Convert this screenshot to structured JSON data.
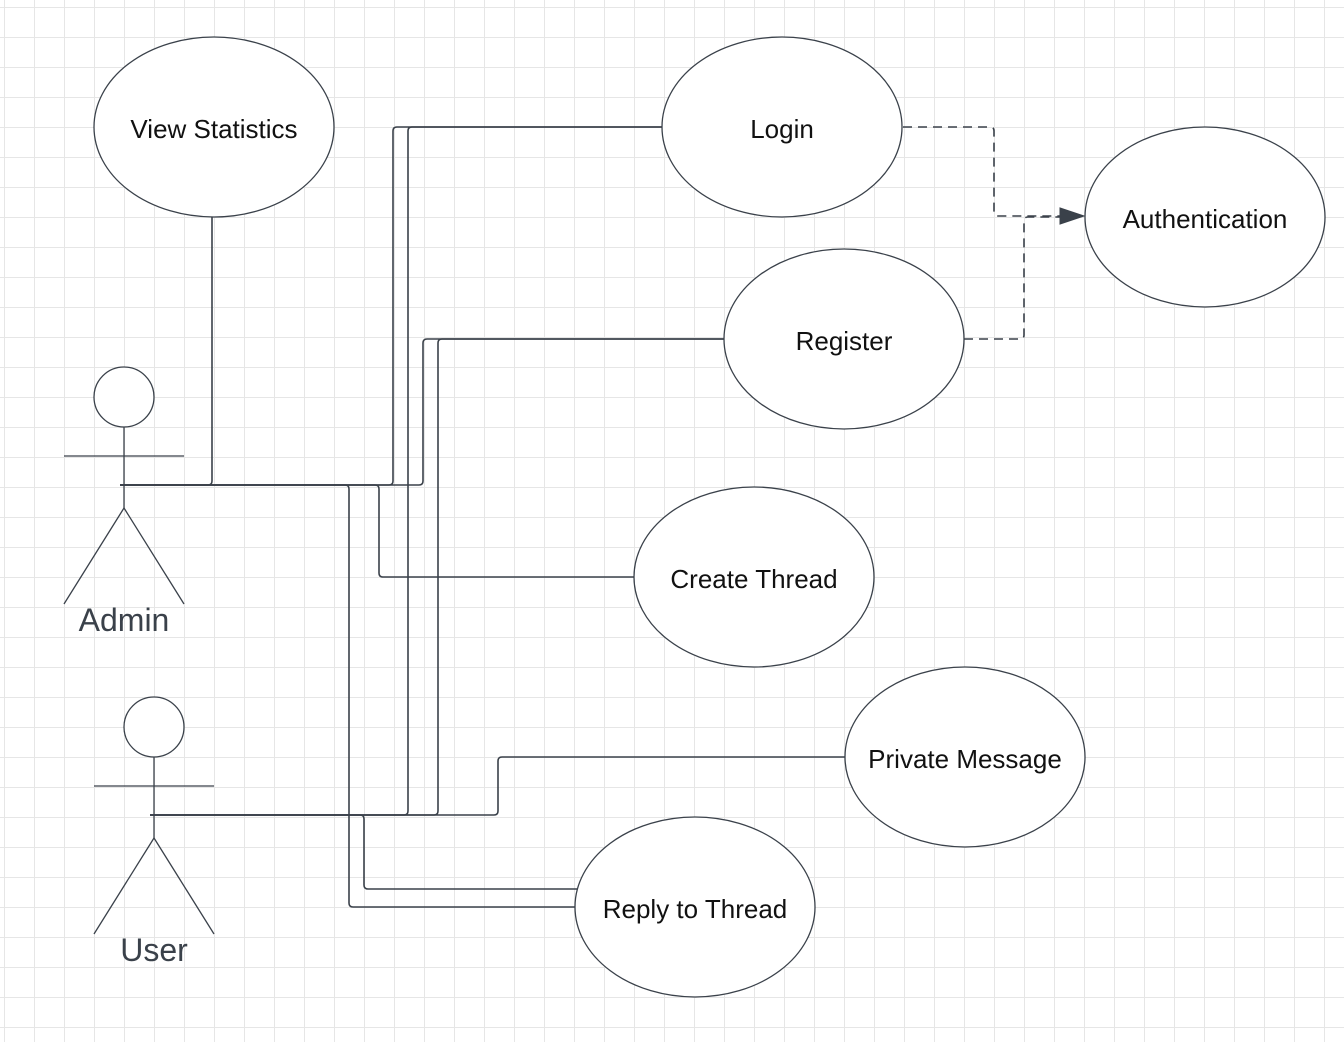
{
  "diagram": {
    "actors": [
      {
        "id": "admin",
        "label": "Admin"
      },
      {
        "id": "user",
        "label": "User"
      }
    ],
    "use_cases": [
      {
        "id": "view-statistics",
        "label": "View Statistics"
      },
      {
        "id": "login",
        "label": "Login"
      },
      {
        "id": "register",
        "label": "Register"
      },
      {
        "id": "authentication",
        "label": "Authentication"
      },
      {
        "id": "create-thread",
        "label": "Create Thread"
      },
      {
        "id": "private-message",
        "label": "Private Message"
      },
      {
        "id": "reply-to-thread",
        "label": "Reply to Thread"
      }
    ],
    "associations": [
      {
        "from": "admin",
        "to": "view-statistics"
      },
      {
        "from": "admin",
        "to": "login"
      },
      {
        "from": "admin",
        "to": "register"
      },
      {
        "from": "admin",
        "to": "create-thread"
      },
      {
        "from": "admin",
        "to": "reply-to-thread"
      },
      {
        "from": "user",
        "to": "login"
      },
      {
        "from": "user",
        "to": "register"
      },
      {
        "from": "user",
        "to": "private-message"
      },
      {
        "from": "user",
        "to": "reply-to-thread"
      }
    ],
    "dependencies": [
      {
        "from": "login",
        "to": "authentication",
        "style": "dashed"
      },
      {
        "from": "register",
        "to": "authentication",
        "style": "dashed"
      }
    ]
  }
}
